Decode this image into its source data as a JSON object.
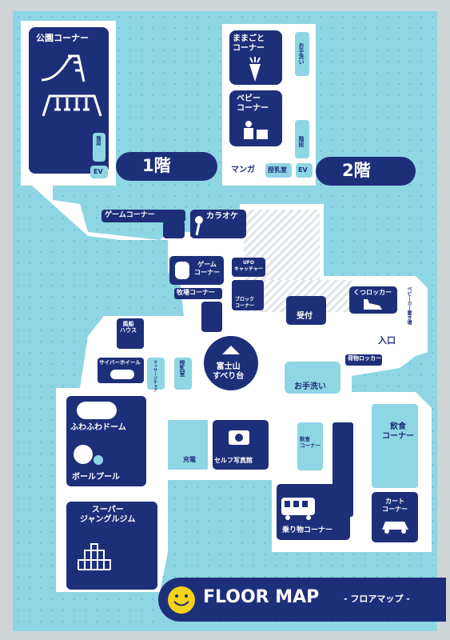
{
  "colors": {
    "navy": "#1e2f7a",
    "cyan": "#8ed6e3",
    "white": "#ffffff",
    "yellow": "#f4d21a",
    "frame": "#cfd4d6"
  },
  "floors": {
    "first": "1階",
    "second": "2階"
  },
  "park": {
    "title": "公園コーナー",
    "stairs": "階段",
    "ev": "EV"
  },
  "floor2": {
    "mamagoto": "ままごと\nコーナー",
    "toilet": "お手洗い",
    "baby": "ベビー\nコーナー",
    "stairs": "階段",
    "manga": "マンガ",
    "nursing": "授乳室",
    "ev": "EV"
  },
  "areas": {
    "game_top": "ゲームコーナー",
    "karaoke": "カラオケ",
    "game_mid": "ゲーム\nコーナー",
    "ufo": "UFO\nキャッチャー",
    "farm": "牧場コーナー",
    "block": "ブロック\nコーナー",
    "reception": "受付",
    "shoe_locker": "くつロッカー",
    "stroller": "ベビーカー置き場",
    "entrance": "入口",
    "balloon": "風船\nハウス",
    "cyber": "サイバーホイール",
    "massage": "マッサージチェア",
    "nursing": "授乳室",
    "fuji": "富士山\nすべり台",
    "luggage": "荷物ロッカー",
    "toilet": "お手洗い",
    "fuwafuwa": "ふわふわドーム",
    "ballpool": "ボールプール",
    "charge": "充電",
    "selfie": "セルフ写真館",
    "food_small": "飲食\nコーナー",
    "food": "飲食\nコーナー",
    "jungle": "スーパー\nジャングルジム",
    "ride": "乗り物コーナー",
    "cart": "カート\nコーナー"
  },
  "banner": {
    "title": "FLOOR MAP",
    "subtitle": "- フロアマップ -"
  },
  "icons": {
    "smile": "smiley-icon",
    "slide": "slide-icon",
    "swing": "swing-icon",
    "carrot": "carrot-icon",
    "camera": "camera-icon",
    "train": "train-icon",
    "car": "car-icon",
    "mountain": "mountain-icon",
    "mic": "microphone-icon",
    "shoe": "shoe-icon"
  }
}
